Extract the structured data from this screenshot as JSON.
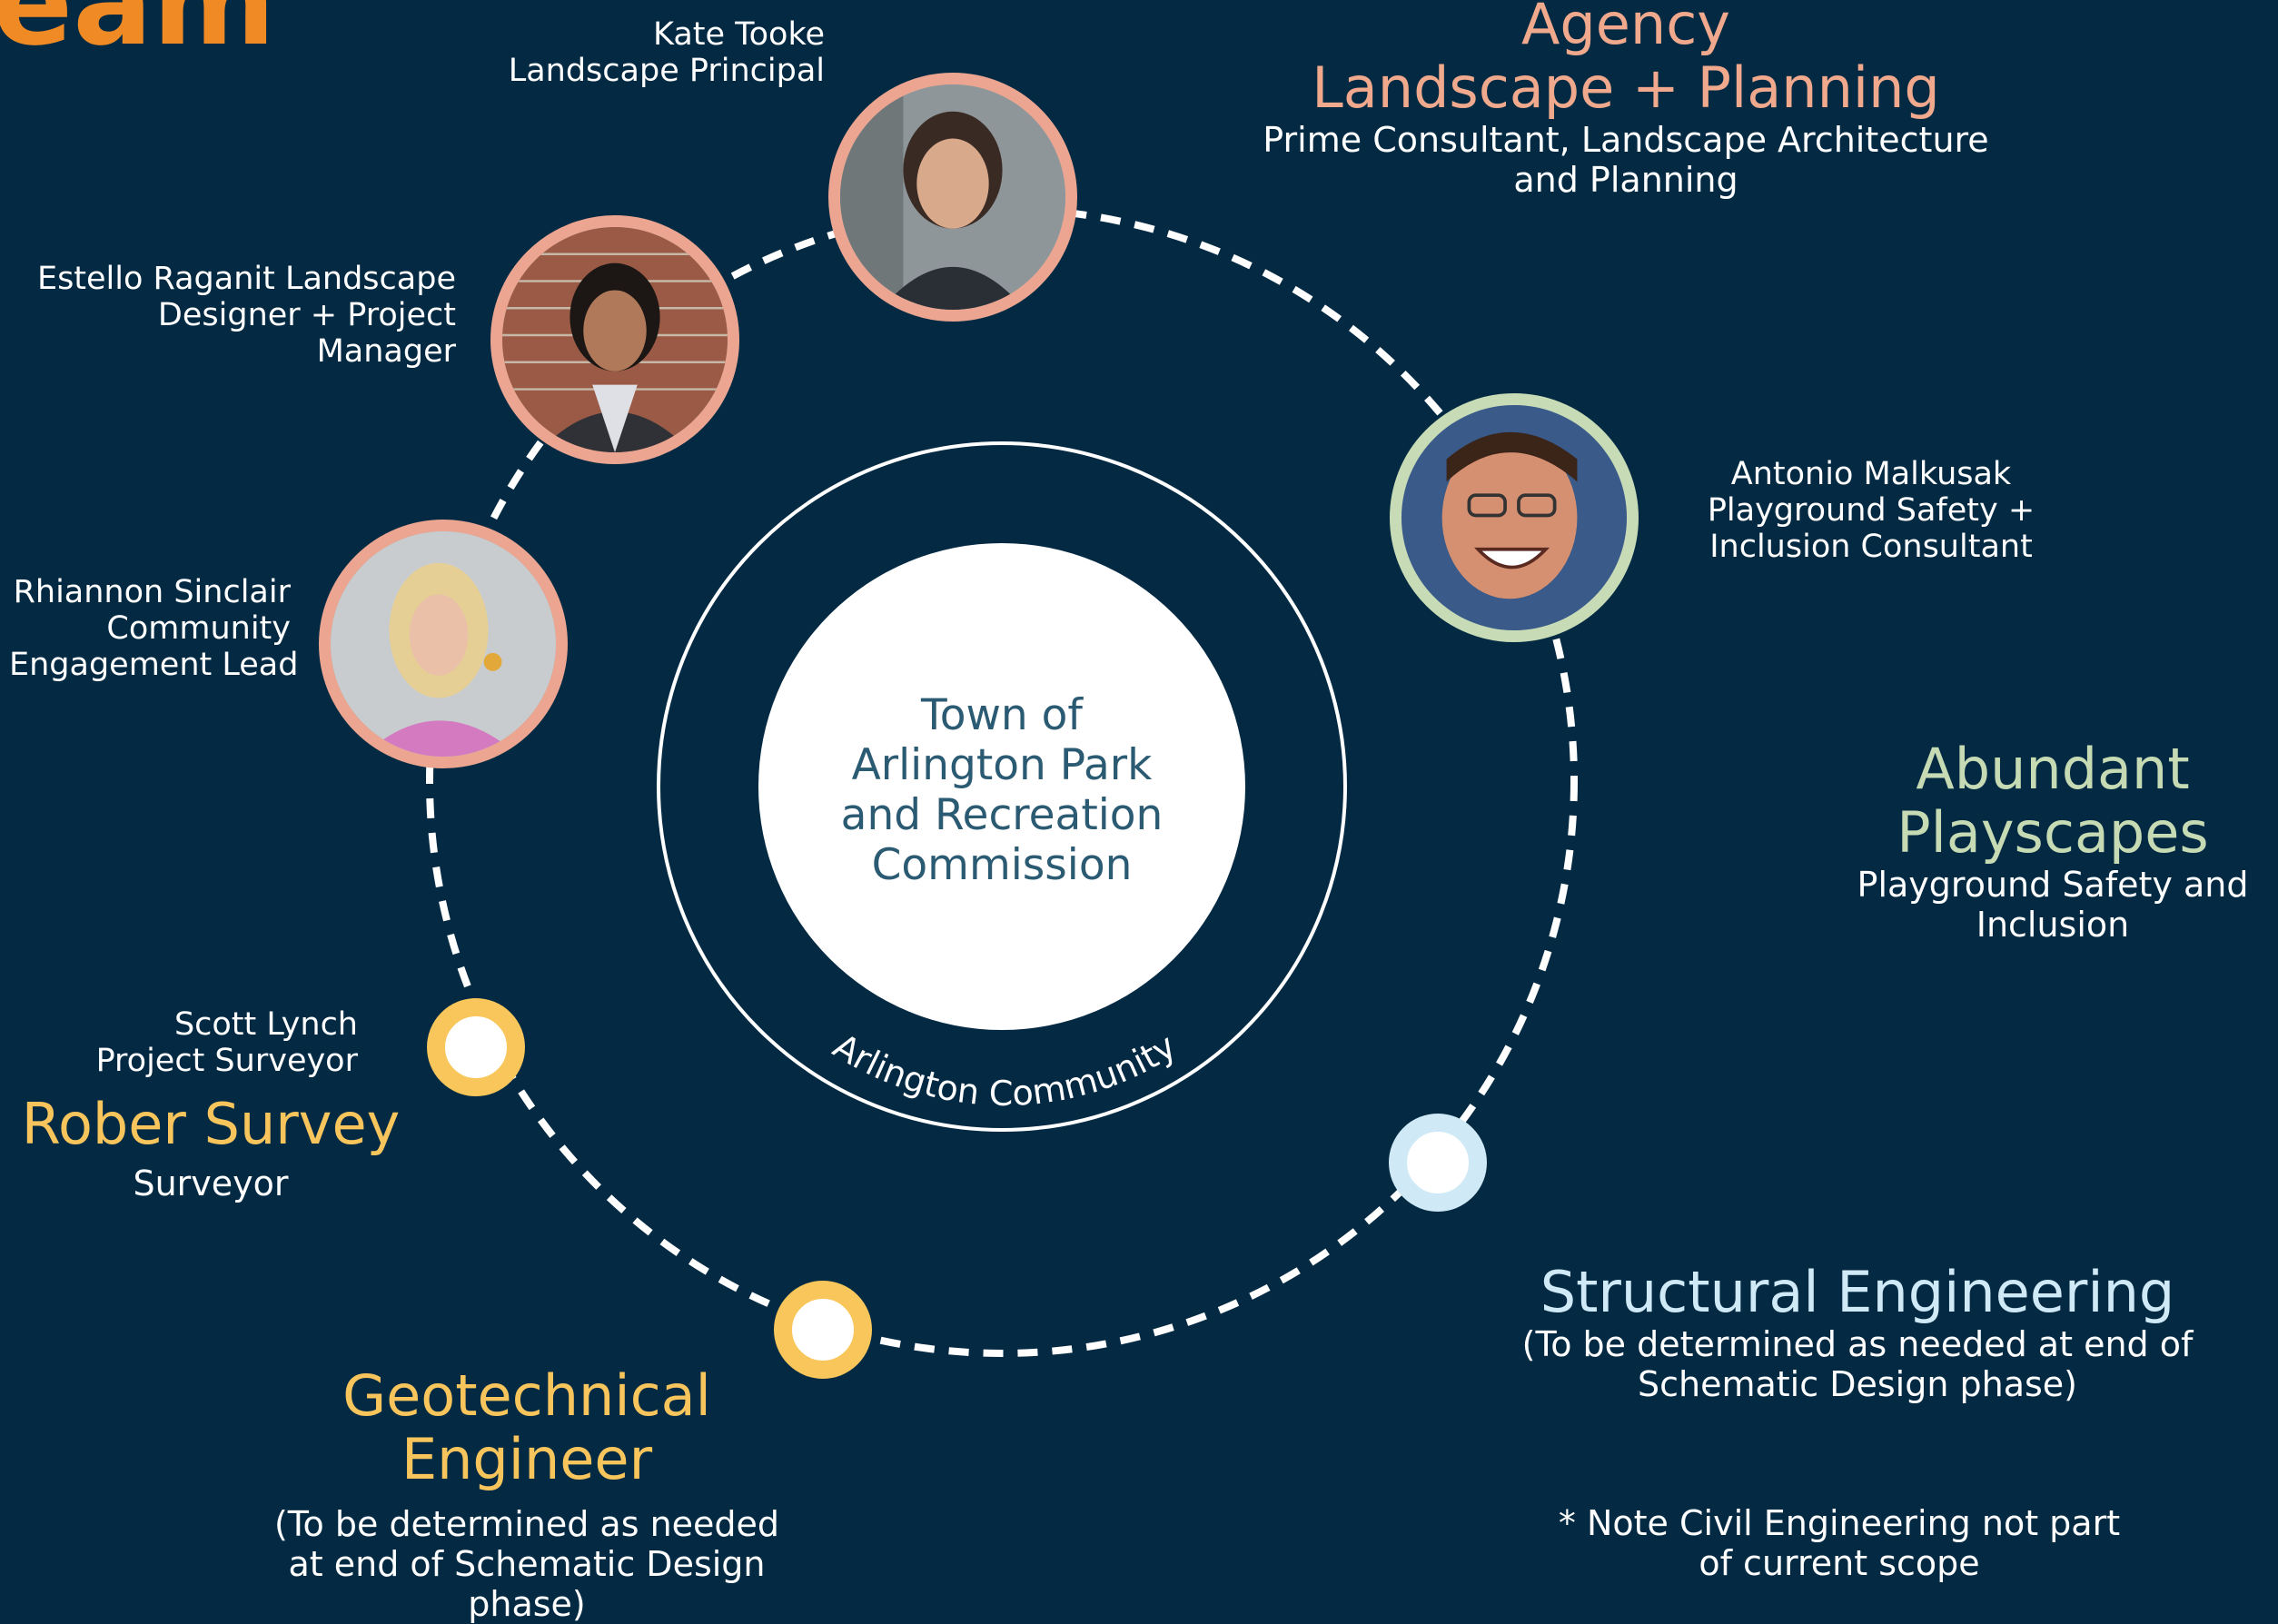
{
  "title": "eam",
  "center": {
    "circle_text": [
      "Town of",
      "Arlington Park",
      "and Recreation",
      "Commission"
    ],
    "ring_label": "Arlington Community"
  },
  "people": {
    "kate": {
      "name": "Kate Tooke",
      "role": "Landscape Principal"
    },
    "estello": {
      "lines": [
        "Estello Raganit Landscape",
        "Designer + Project",
        "Manager"
      ]
    },
    "rhiannon": {
      "lines": [
        "Rhiannon Sinclair",
        "Community",
        "Engagement Lead"
      ]
    },
    "antonio": {
      "lines": [
        "Antonio Malkusak",
        "Playground Safety +",
        "Inclusion Consultant"
      ]
    },
    "scott": {
      "name": "Scott Lynch",
      "role": "Project Surveyor"
    }
  },
  "agencies": {
    "agency": {
      "name_lines": [
        "Agency",
        "Landscape + Planning"
      ],
      "role_lines": [
        "Prime Consultant, Landscape Architecture",
        "and Planning"
      ],
      "color": "#f0a98c"
    },
    "abundant": {
      "name_lines": [
        "Abundant",
        "Playscapes"
      ],
      "role_lines": [
        "Playground Safety and",
        "Inclusion"
      ],
      "color": "#c6dbb4"
    },
    "rober": {
      "name": "Rober Survey",
      "role": "Surveyor",
      "color": "#f7c55c"
    },
    "geotech": {
      "name_lines": [
        "Geotechnical",
        "Engineer"
      ],
      "role_lines": [
        "(To be determined as needed",
        "at end of Schematic Design",
        "phase)"
      ],
      "color": "#f7c55c"
    },
    "structural": {
      "name": "Structural Engineering",
      "role_lines": [
        "(To be determined as needed at end of",
        "Schematic Design phase)"
      ],
      "color": "#cfe9f6"
    }
  },
  "note_lines": [
    "* Note Civil Engineering not part",
    "of current scope"
  ],
  "colors": {
    "background": "#042a43",
    "orange": "#f08a24",
    "salmon": "#eba590",
    "green": "#c7dcb6",
    "yellow": "#f8c65a",
    "light_blue": "#cfe9f6",
    "center_text": "#2b5a73"
  }
}
